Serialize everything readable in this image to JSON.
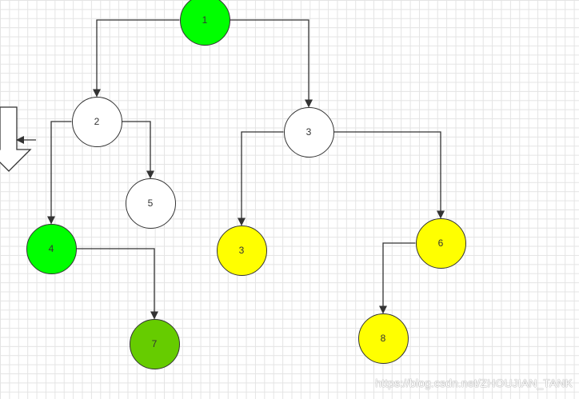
{
  "colors": {
    "green": "#00ff00",
    "dark_green": "#66cc00",
    "yellow": "#ffff00",
    "white": "#ffffff",
    "stroke": "#333333"
  },
  "nodes": [
    {
      "id": "n1",
      "label": "1",
      "fill": "green"
    },
    {
      "id": "n2",
      "label": "2",
      "fill": "white"
    },
    {
      "id": "n3a",
      "label": "3",
      "fill": "white"
    },
    {
      "id": "n5",
      "label": "5",
      "fill": "white"
    },
    {
      "id": "n4",
      "label": "4",
      "fill": "green"
    },
    {
      "id": "n7",
      "label": "7",
      "fill": "dark_green"
    },
    {
      "id": "n3b",
      "label": "3",
      "fill": "yellow"
    },
    {
      "id": "n6",
      "label": "6",
      "fill": "yellow"
    },
    {
      "id": "n8",
      "label": "8",
      "fill": "yellow"
    }
  ],
  "edges": [
    {
      "from": "n1",
      "to": "n2"
    },
    {
      "from": "n1",
      "to": "n3a"
    },
    {
      "from": "n2",
      "to": "n4"
    },
    {
      "from": "n2",
      "to": "n5"
    },
    {
      "from": "n4",
      "to": "n7"
    },
    {
      "from": "n3a",
      "to": "n3b"
    },
    {
      "from": "n3a",
      "to": "n6"
    },
    {
      "from": "n6",
      "to": "n8"
    }
  ],
  "watermark": "https://blog.csdn.net/ZHOUJIAN_TANK"
}
